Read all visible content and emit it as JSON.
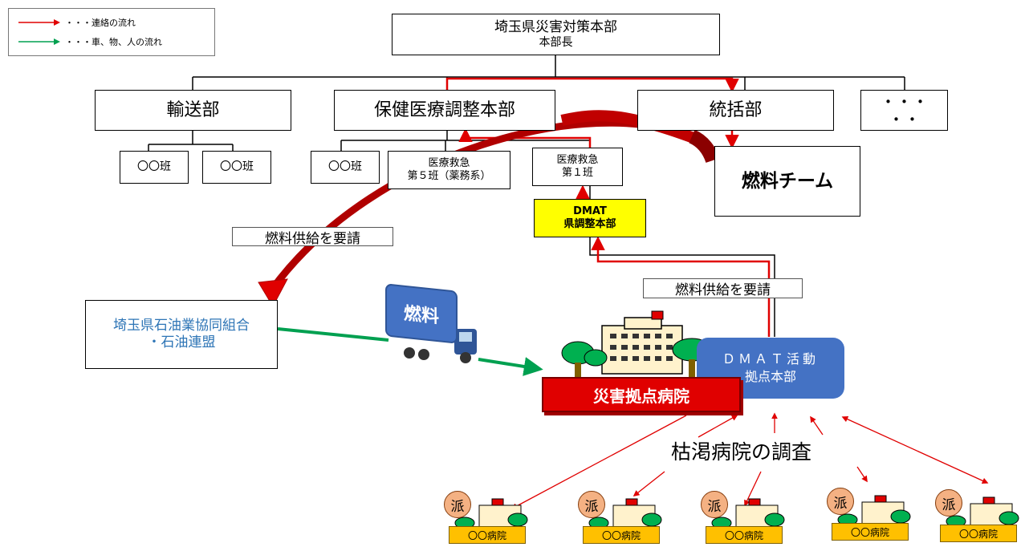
{
  "legend": {
    "items": [
      {
        "text": "・・・連絡の流れ",
        "color": "#e00000"
      },
      {
        "text": "・・・車、物、人の流れ",
        "color": "#00a050"
      }
    ]
  },
  "hq": {
    "title": "埼玉県災害対策本部",
    "subtitle": "本部長"
  },
  "departments": [
    {
      "label": "輸送部"
    },
    {
      "label": "保健医療調整本部"
    },
    {
      "label": "統括部"
    },
    {
      "label": "・・・\n・・"
    }
  ],
  "sections": {
    "transport_a": "〇〇班",
    "transport_b": "〇〇班",
    "health_a": "〇〇班",
    "health_b_line1": "医療救急",
    "health_b_line2": "第５班（薬務系）",
    "health_c_line1": "医療救急",
    "health_c_line2": "第１班",
    "fuel_team": "燃料チーム",
    "dmat_line1": "DMAT",
    "dmat_line2": "県調整本部"
  },
  "requests": {
    "left": "燃料供給を要請",
    "right": "燃料供給を要請"
  },
  "petroleum": {
    "line1": "埼玉県石油業協同組合",
    "line2": "・石油連盟"
  },
  "truck": {
    "cargo": "燃料"
  },
  "dmat_hq": {
    "line1": "ＤＭＡＴ活動",
    "line2": "拠点本部"
  },
  "hospital": {
    "label": "災害拠点病院"
  },
  "survey": {
    "label": "枯渇病院の調査"
  },
  "small_hospitals": [
    {
      "badge": "派",
      "label": "〇〇病院"
    },
    {
      "badge": "派",
      "label": "〇〇病院"
    },
    {
      "badge": "派",
      "label": "〇〇病院"
    },
    {
      "badge": "派",
      "label": "〇〇病院"
    },
    {
      "badge": "派",
      "label": "〇〇病院"
    }
  ],
  "colors": {
    "contact_flow": "#e00000",
    "goods_flow": "#00a050",
    "dmat_box": "#ffff00",
    "accent_blue": "#4472c4",
    "petroleum_text": "#2e75b6"
  }
}
